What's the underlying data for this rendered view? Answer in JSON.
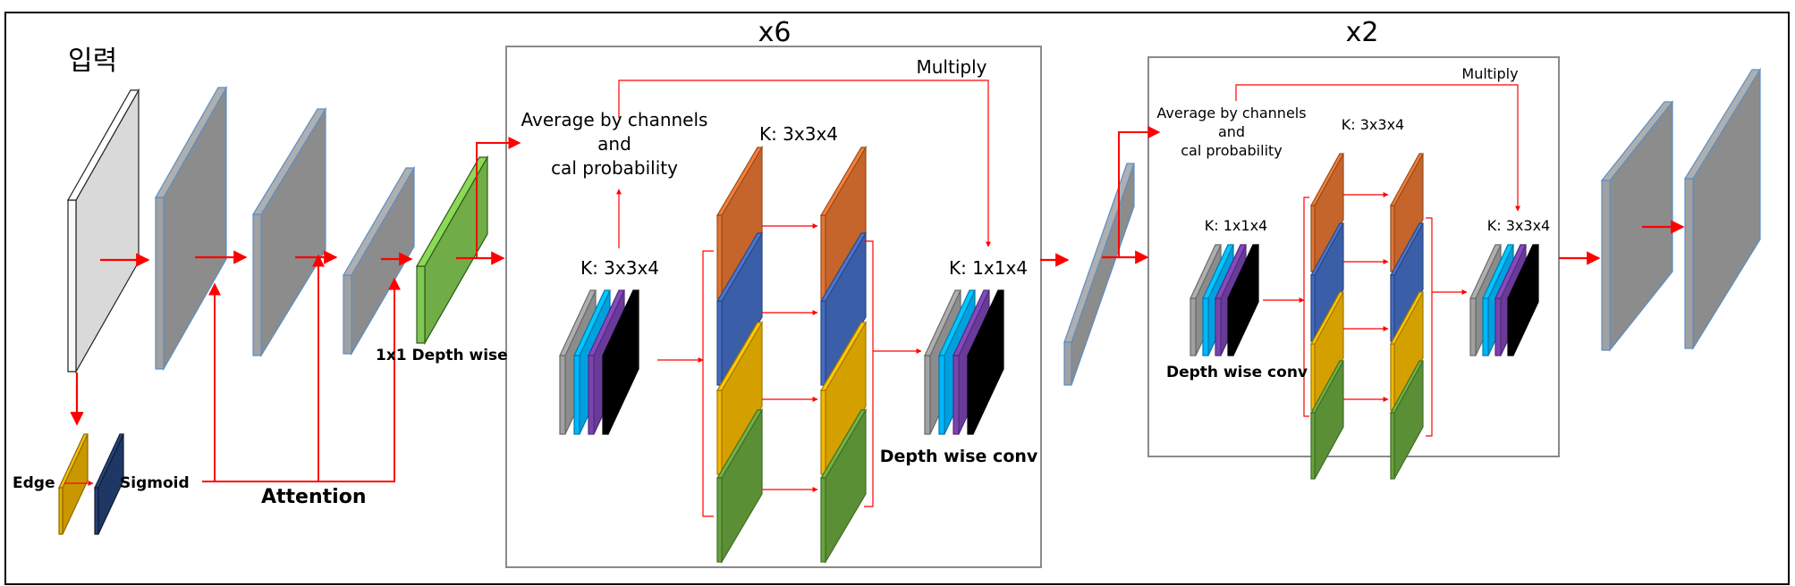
{
  "title_input": "입력",
  "labels": {
    "depthwise_1x1": "1x1 Depth wise",
    "edge": "Edge",
    "sigmoid": "Sigmoid",
    "attention": "Attention"
  },
  "block1": {
    "repeat": "x6",
    "multiply": "Multiply",
    "average": [
      "Average by channels",
      "and",
      "cal probability"
    ],
    "k_in": "K: 3x3x4",
    "k_mid": "K: 3x3x4",
    "k_out": "K: 1x1x4",
    "dw_conv": "Depth wise conv"
  },
  "block2": {
    "repeat": "x2",
    "multiply": "Multiply",
    "average": [
      "Average by channels",
      "and",
      "cal probability"
    ],
    "k_in": "K: 1x1x4",
    "k_mid": "K: 3x3x4",
    "k_out": "K: 3x3x4",
    "dw_conv": "Depth wise conv"
  },
  "colors": {
    "arrow": "#ff0000",
    "plate_gray": "#8c8c8c",
    "plate_edge": "#5b8ec5",
    "input_plate": "#d9d9d9",
    "green": "#70ad47",
    "orange": "#c5652b",
    "blue": "#3a5ea8",
    "yellow": "#d4a000",
    "leaf": "#5a8f35",
    "cyan": "#00a0e0",
    "purple": "#6a3a9a",
    "black": "#000000",
    "navy": "#1f3764",
    "gold": "#c99700"
  }
}
